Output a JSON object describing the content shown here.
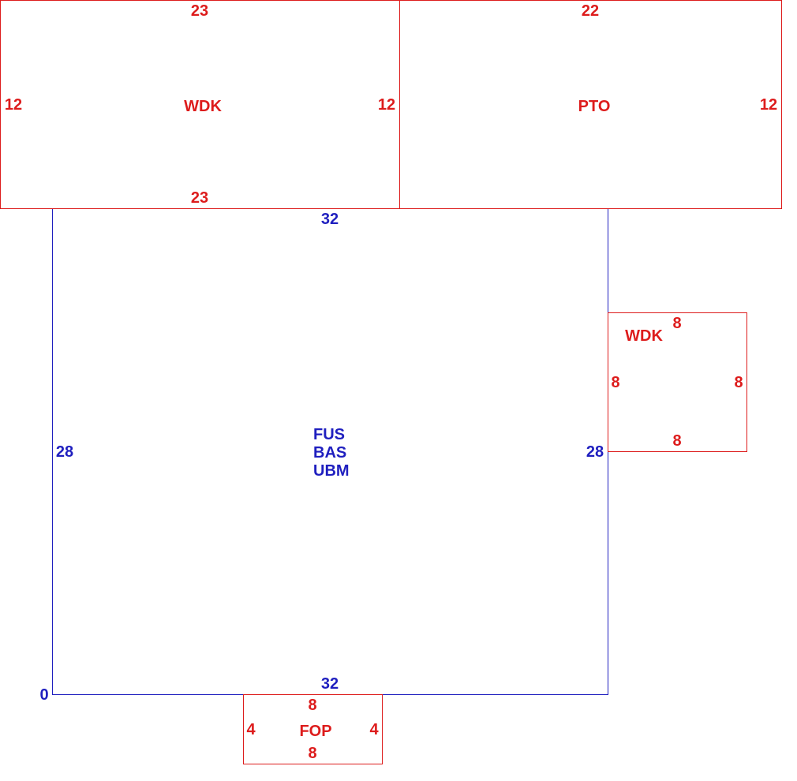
{
  "colors": {
    "main_structure": "#1f1fbf",
    "additions": "#dd1c1c"
  },
  "main": {
    "codes": [
      "FUS",
      "BAS",
      "UBM"
    ],
    "top": "32",
    "bottom": "32",
    "left": "28",
    "right": "28",
    "origin": "0"
  },
  "wdk_top": {
    "code": "WDK",
    "top": "23",
    "bottom": "23",
    "left": "12",
    "right": "12"
  },
  "pto": {
    "code": "PTO",
    "top": "22",
    "left": "",
    "right": "12"
  },
  "wdk_side": {
    "code": "WDK",
    "top": "8",
    "bottom": "8",
    "left": "8",
    "right": "8"
  },
  "fop": {
    "code": "FOP",
    "top": "8",
    "bottom": "8",
    "left": "4",
    "right": "4"
  }
}
